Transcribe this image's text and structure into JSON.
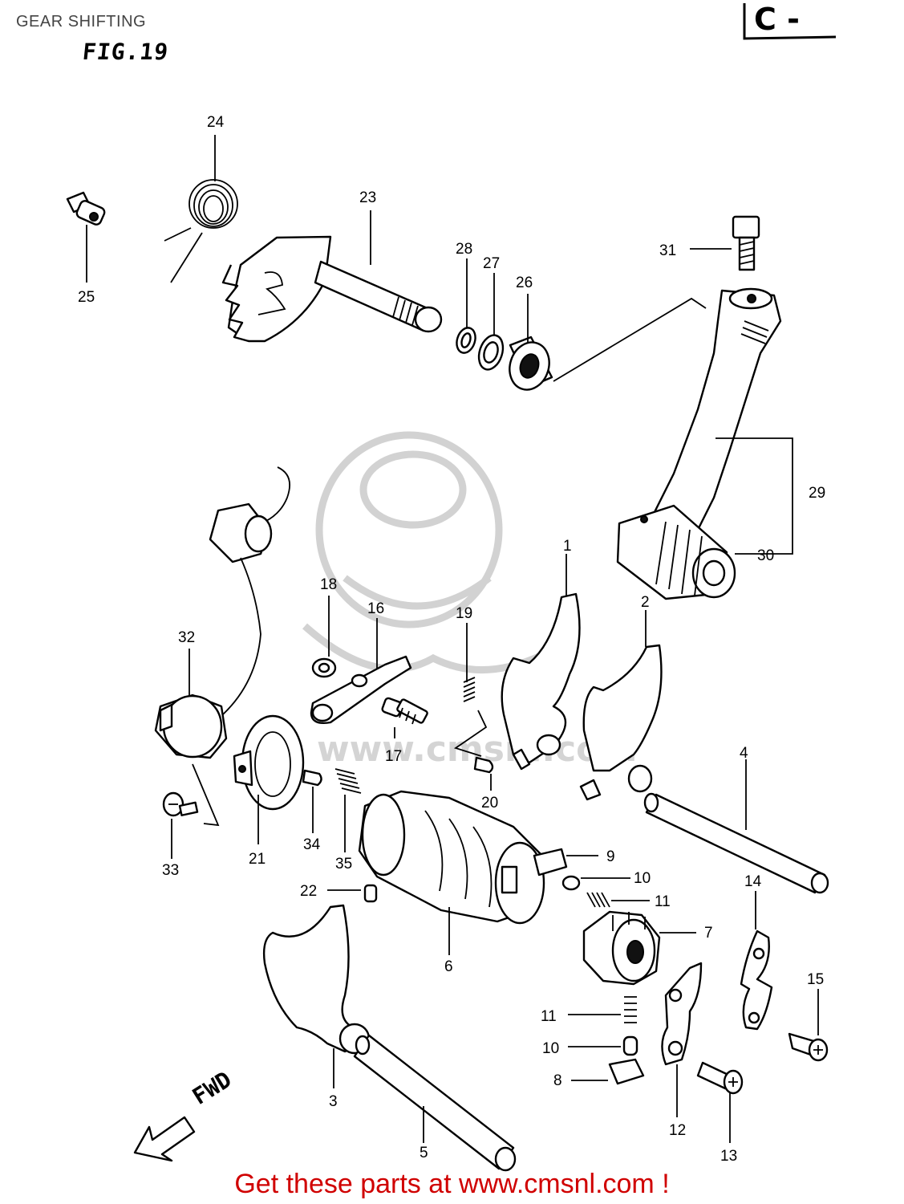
{
  "header": {
    "title": "GEAR SHIFTING"
  },
  "figure": {
    "label": "FIG.19",
    "section": "C -"
  },
  "direction_label": "FWD",
  "footer": {
    "cta": "Get these parts at www.cmsnl.com !"
  },
  "watermark": {
    "text": "www.cmsnl.com"
  },
  "callouts": [
    {
      "id": "c1",
      "text": "1"
    },
    {
      "id": "c2",
      "text": "2"
    },
    {
      "id": "c3",
      "text": "3"
    },
    {
      "id": "c4",
      "text": "4"
    },
    {
      "id": "c5",
      "text": "5"
    },
    {
      "id": "c6",
      "text": "6"
    },
    {
      "id": "c7",
      "text": "7"
    },
    {
      "id": "c8",
      "text": "8"
    },
    {
      "id": "c9",
      "text": "9"
    },
    {
      "id": "c10a",
      "text": "10"
    },
    {
      "id": "c10b",
      "text": "10"
    },
    {
      "id": "c11a",
      "text": "11"
    },
    {
      "id": "c11b",
      "text": "11"
    },
    {
      "id": "c12",
      "text": "12"
    },
    {
      "id": "c13",
      "text": "13"
    },
    {
      "id": "c14",
      "text": "14"
    },
    {
      "id": "c15",
      "text": "15"
    },
    {
      "id": "c16",
      "text": "16"
    },
    {
      "id": "c17",
      "text": "17"
    },
    {
      "id": "c18",
      "text": "18"
    },
    {
      "id": "c19",
      "text": "19"
    },
    {
      "id": "c20",
      "text": "20"
    },
    {
      "id": "c21",
      "text": "21"
    },
    {
      "id": "c22",
      "text": "22"
    },
    {
      "id": "c23",
      "text": "23"
    },
    {
      "id": "c24",
      "text": "24"
    },
    {
      "id": "c25",
      "text": "25"
    },
    {
      "id": "c26",
      "text": "26"
    },
    {
      "id": "c27",
      "text": "27"
    },
    {
      "id": "c28",
      "text": "28"
    },
    {
      "id": "c29",
      "text": "29"
    },
    {
      "id": "c30",
      "text": "30"
    },
    {
      "id": "c31",
      "text": "31"
    },
    {
      "id": "c32",
      "text": "32"
    },
    {
      "id": "c33",
      "text": "33"
    },
    {
      "id": "c34",
      "text": "34"
    },
    {
      "id": "c35",
      "text": "35"
    }
  ]
}
